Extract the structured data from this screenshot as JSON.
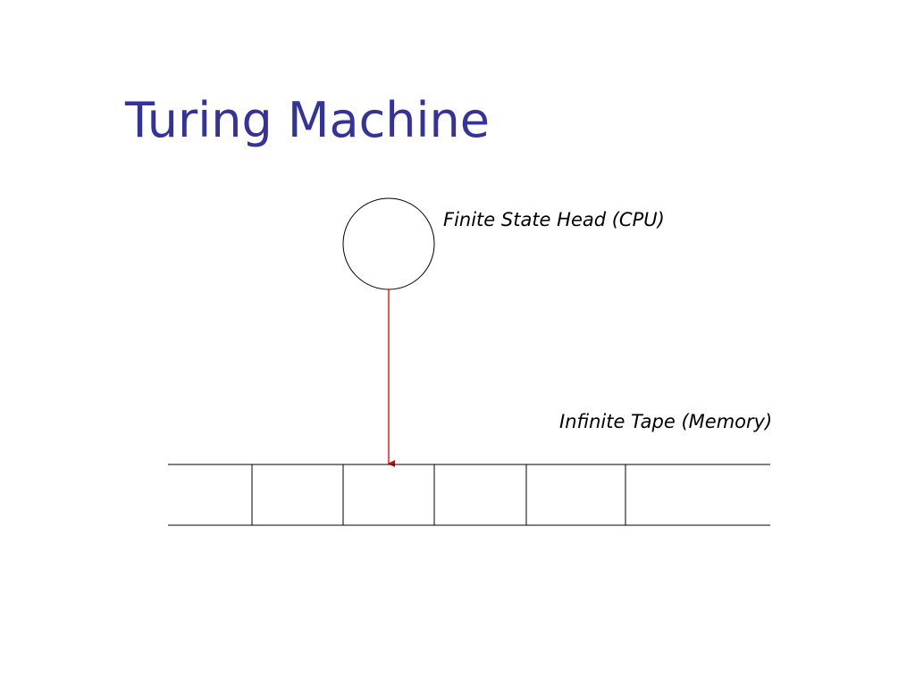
{
  "slide": {
    "title": "Turing Machine",
    "title_color": "#333399"
  },
  "diagram": {
    "head_label": "Finite State Head (CPU)",
    "tape_label": "Infinite Tape (Memory)",
    "tape_cell_count": 6,
    "head_cell_index": 2,
    "pointer_color": "#e00000",
    "line_color": "#000000"
  }
}
